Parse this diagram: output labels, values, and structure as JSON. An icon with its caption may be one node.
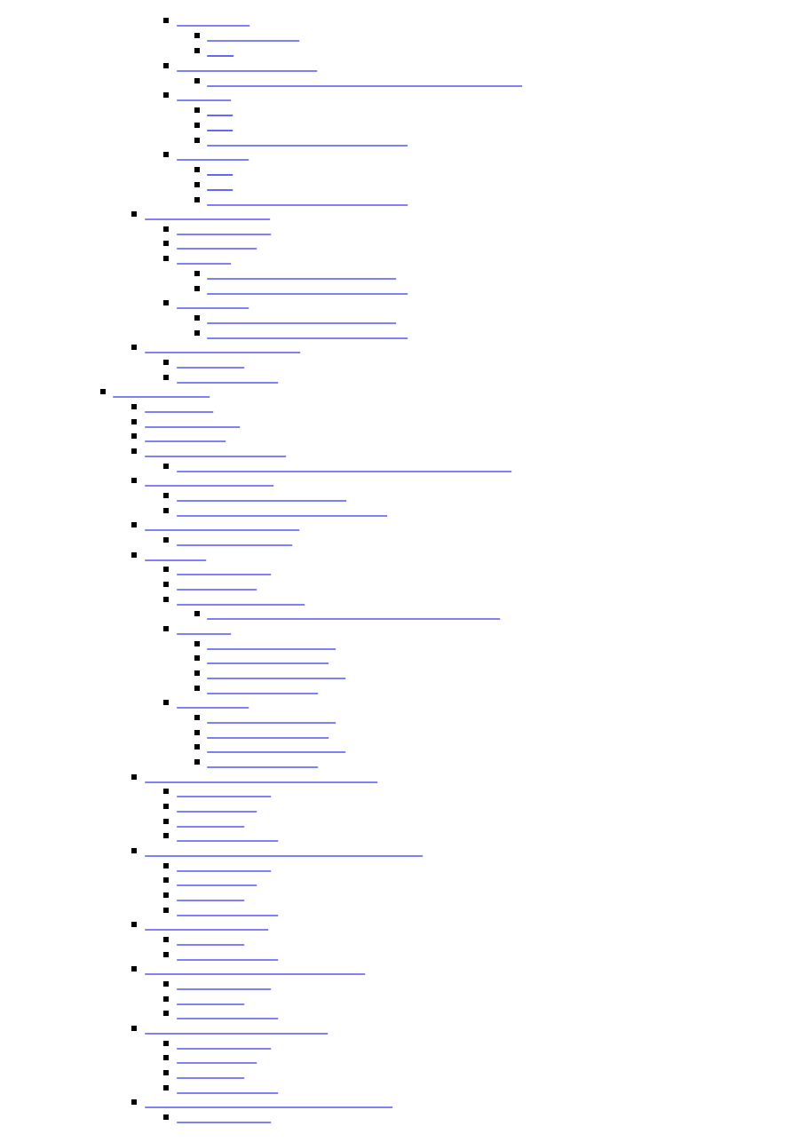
{
  "diagram": {
    "nodes": [
      {
        "text": [],
        "shape": "bar"
      },
      {
        "text": [],
        "shape": "bar"
      },
      {
        "text": [],
        "shape": "bar"
      },
      {
        "text": [],
        "shape": "bar"
      },
      {
        "text": [],
        "shape": "bar"
      },
      {
        "text": [],
        "shape": "bar"
      },
      {
        "text": [],
        "shape": "bar"
      },
      {
        "text": [],
        "shape": "bar"
      },
      {
        "text": [],
        "shape": "bar"
      },
      {
        "text": [],
        "shape": "bar"
      },
      {
        "text": [],
        "shape": "bar"
      },
      {
        "text": [],
        "shape": "bar"
      },
      {
        "text": [],
        "shape": "bar"
      },
      {
        "text": [],
        "shape": "bar"
      },
      {
        "text": [],
        "shape": "bar"
      },
      {
        "text": [],
        "shape": "bar"
      },
      {
        "text": [],
        "shape": "bar"
      },
      {
        "text": [],
        "shape": "bar"
      },
      {
        "text": [],
        "shape": "bar"
      },
      {
        "text": [],
        "shape": "bar"
      },
      {
        "text": [],
        "shape": "bar"
      },
      {
        "text": [],
        "shape": "bar"
      },
      {
        "text": [],
        "shape": "bar"
      },
      {
        "text": [],
        "shape": "bar"
      },
      {
        "text": [],
        "shape": "bar"
      },
      {
        "text": [],
        "shape": "bar"
      },
      {
        "text": [],
        "shape": "bar"
      },
      {
        "text": [],
        "shape": "bar"
      },
      {
        "text": [],
        "shape": "bar"
      },
      {
        "text": [],
        "shape": "bar"
      },
      {
        "text": [],
        "shape": "bar"
      },
      {
        "text": [],
        "shape": "bar"
      },
      {
        "text": [],
        "shape": "bar"
      },
      {
        "text": [],
        "shape": "bar"
      },
      {
        "text": [],
        "shape": "bar"
      },
      {
        "text": [],
        "shape": "bar"
      },
      {
        "text": [],
        "shape": "bar"
      },
      {
        "text": [],
        "shape": "bar"
      },
      {
        "text": [],
        "shape": "bar"
      },
      {
        "text": [],
        "shape": "bar"
      },
      {
        "text": [],
        "shape": "bar"
      },
      {
        "text": [],
        "shape": "bar"
      },
      {
        "text": [],
        "shape": "bar"
      },
      {
        "text": [],
        "shape": "bar"
      },
      {
        "text": [],
        "shape": "bar"
      },
      {
        "text": [],
        "shape": "bar"
      },
      {
        "text": [],
        "shape": "bar"
      },
      {
        "text": [],
        "shape": "bar"
      },
      {
        "text": [],
        "shape": "bar"
      },
      {
        "text": [],
        "shape": "bar"
      },
      {
        "text": [],
        "shape": "bar"
      },
      {
        "text": [],
        "shape": "bar"
      },
      {
        "text": [],
        "shape": "bar"
      },
      {
        "text": [],
        "shape": "bar"
      },
      {
        "text": [],
        "shape": "bar"
      },
      {
        "text": [],
        "shape": "bar"
      },
      {
        "text": [],
        "shape": "bar"
      },
      {
        "text": [],
        "shape": "bar"
      },
      {
        "text": [],
        "shape": "bar"
      },
      {
        "text": [],
        "shape": "bar"
      },
      {
        "text": [],
        "shape": "bar"
      },
      {
        "text": [],
        "shape": "bar"
      },
      {
        "text": [],
        "shape": "bar"
      },
      {
        "text": [],
        "shape": "bar"
      },
      {
        "text": [],
        "shape": "bar"
      },
      {
        "text": [],
        "shape": "bar"
      },
      {
        "text": [],
        "shape": "bar"
      },
      {
        "text": [],
        "shape": "bar"
      },
      {
        "text": [],
        "shape": "bar"
      },
      {
        "text": [],
        "shape": "bar"
      },
      {
        "text": [],
        "shape": "bar"
      },
      {
        "text": [],
        "shape": "bar"
      },
      {
        "text": [],
        "shape": "bar"
      },
      {
        "text": [],
        "shape": "bar"
      },
      {
        "text": [],
        "shape": "bar"
      }
    ]
  }
}
